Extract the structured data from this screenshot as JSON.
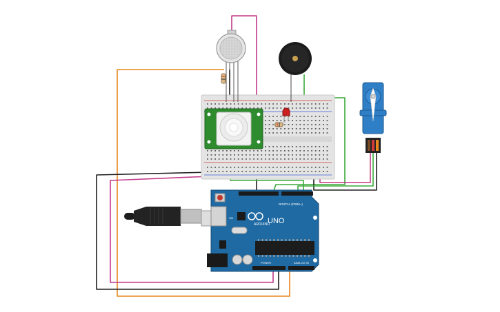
{
  "scene": {
    "components": {
      "gas_sensor": {
        "icon": "gas-sensor-icon"
      },
      "buzzer": {
        "icon": "piezo-buzzer-icon"
      },
      "servo": {
        "icon": "servo-motor-icon"
      },
      "pir_sensor": {
        "icon": "pir-sensor-icon"
      },
      "led": {
        "icon": "led-icon",
        "color": "#cc1f1f"
      },
      "resistor": {
        "icon": "resistor-icon"
      },
      "usb_cable": {
        "icon": "usb-cable-icon"
      }
    },
    "arduino": {
      "brand_label": "ARDUINO",
      "model_label": "UNO",
      "digital_label": "DIGITAL (PWM~)",
      "power_label": "POWER",
      "analog_label": "ANALOG IN",
      "on_label": "ON"
    },
    "colors": {
      "wire_orange": "#e8871e",
      "wire_magenta": "#c2388a",
      "wire_black": "#1f1f1f",
      "wire_green": "#3aaa3a",
      "board_blue": "#1f6aa3",
      "breadboard": "#e6e6e6",
      "pir_green": "#2e8b2e",
      "servo_blue": "#2f7fc6"
    }
  }
}
